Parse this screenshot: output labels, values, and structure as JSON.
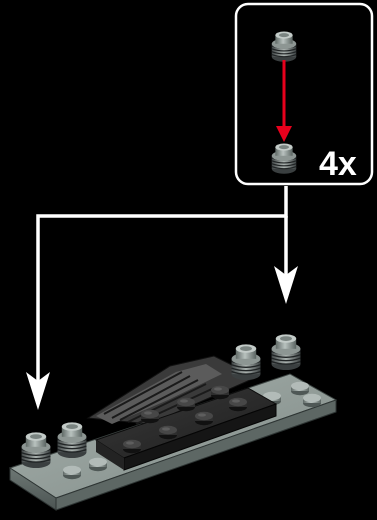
{
  "callout": {
    "count_label": "4x",
    "part_name": "spring-stud-piece-icon"
  },
  "colors": {
    "background": "#000000",
    "callout_border": "#ffffff",
    "guide_arrow": "#ffffff",
    "assembly_arrow": "#e8001c",
    "plate_gray": "#8f9a96",
    "dark_gray": "#2a2a2a",
    "stud_gray": "#7d8784"
  },
  "instruction": {
    "part_quantity": 4,
    "target_spots": 4
  }
}
